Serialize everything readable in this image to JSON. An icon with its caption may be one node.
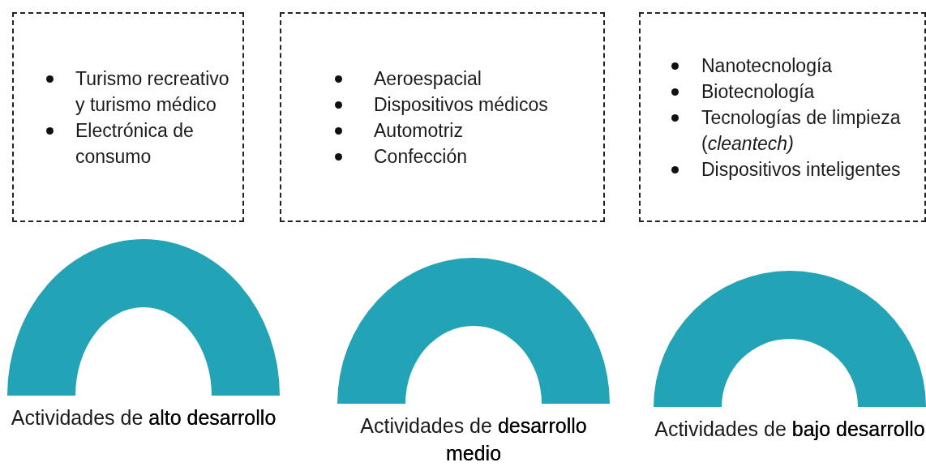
{
  "diagram": {
    "nodes": [
      {
        "text": [
          "Turismo recreativo y turismo médico",
          "Electrónica de consumo"
        ]
      },
      {
        "text": [
          "Aeroespacial",
          "Dispositivos médicos",
          "Automotriz",
          "Confección"
        ]
      },
      {
        "text": [
          "Nanotecnología",
          "Biotecnología",
          "Tecnologías de limpieza (*cleantech)*",
          "Dispositivos inteligentes"
        ]
      },
      {
        "text": [
          "Actividades de **alto desarrollo**"
        ]
      },
      {
        "text": [
          "Actividades de **desarrollo medio**"
        ]
      },
      {
        "text": [
          "Actividades de **bajo desarrollo**"
        ]
      }
    ]
  }
}
